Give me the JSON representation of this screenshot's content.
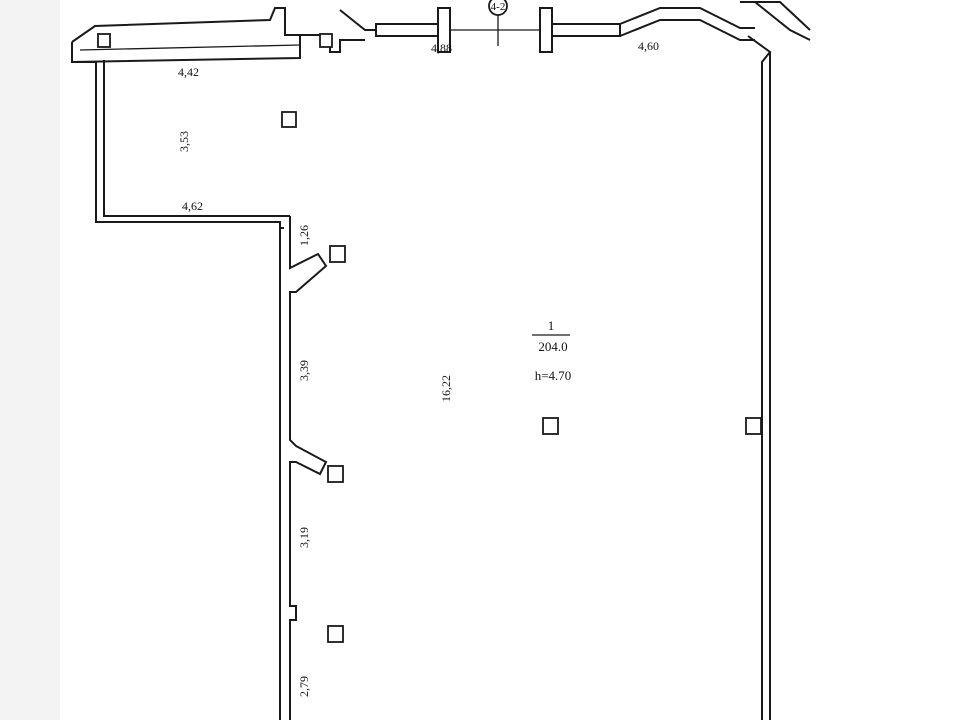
{
  "room": {
    "number": "1",
    "area": "204.0",
    "height": "h=4.70"
  },
  "axis_marker": "4-2",
  "dimensions": {
    "top_left_width": "4,42",
    "top_window_width": "4,88",
    "top_right_width": "4,60",
    "left_wing_height": "3,53",
    "left_wing_bottom": "4,62",
    "wall_segment_1": "1,26",
    "wall_segment_2": "3,39",
    "wall_segment_3": "3,19",
    "wall_segment_4": "2,79",
    "room_length": "16,22"
  }
}
